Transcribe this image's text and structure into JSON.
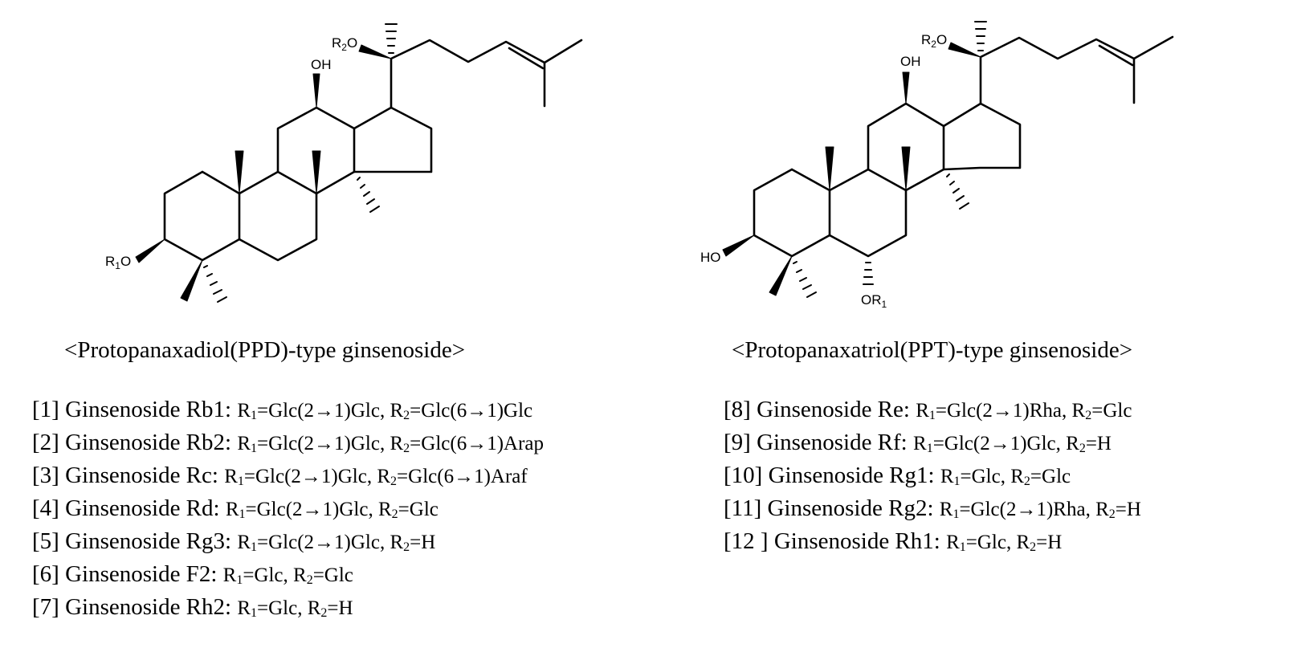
{
  "ppd": {
    "caption": "<Protopanaxadiol(PPD)-type ginsenoside>",
    "labels": {
      "oh": "OH",
      "r1o_main": "R",
      "r1o_sub": "1",
      "r1o_end": "O",
      "r2o_main": "R",
      "r2o_sub": "2",
      "r2o_end": "O"
    },
    "items": [
      {
        "name": "[1] Ginsenoside Rb1:",
        "r1": "=Glc(2→1)Glc,",
        "r2": "=Glc(6→1)Glc"
      },
      {
        "name": "[2] Ginsenoside Rb2:",
        "r1": "=Glc(2→1)Glc,",
        "r2": "=Glc(6→1)Arap"
      },
      {
        "name": "[3] Ginsenoside Rc:",
        "r1": "=Glc(2→1)Glc,",
        "r2": "=Glc(6→1)Araf"
      },
      {
        "name": "[4] Ginsenoside Rd:",
        "r1": "=Glc(2→1)Glc,",
        "r2": "=Glc"
      },
      {
        "name": "[5] Ginsenoside Rg3:",
        "r1": "=Glc(2→1)Glc,",
        "r2": "=H"
      },
      {
        "name": "[6] Ginsenoside F2:",
        "r1": "=Glc,",
        "r2": "=Glc"
      },
      {
        "name": "[7] Ginsenoside Rh2:",
        "r1": "=Glc,",
        "r2": "=H"
      }
    ]
  },
  "ppt": {
    "caption": "<Protopanaxatriol(PPT)-type ginsenoside>",
    "labels": {
      "oh": "OH",
      "ho": "HO",
      "or1_start": "OR",
      "or1_sub": "1",
      "r2o_main": "R",
      "r2o_sub": "2",
      "r2o_end": "O"
    },
    "items": [
      {
        "name": "[8] Ginsenoside Re:",
        "r1": "=Glc(2→1)Rha,",
        "r2": "=Glc"
      },
      {
        "name": "[9] Ginsenoside Rf:",
        "r1": "=Glc(2→1)Glc,",
        "r2": "=H"
      },
      {
        "name": "[10] Ginsenoside Rg1:",
        "r1": "=Glc,",
        "r2": "=Glc"
      },
      {
        "name": "[11] Ginsenoside Rg2:",
        "r1": "=Glc(2→1)Rha,",
        "r2": "=H"
      },
      {
        "name": "[12 ] Ginsenoside Rh1:",
        "r1": "=Glc,",
        "r2": "=H"
      }
    ]
  },
  "subs": {
    "r": "R",
    "one": "1",
    "two": "2"
  }
}
